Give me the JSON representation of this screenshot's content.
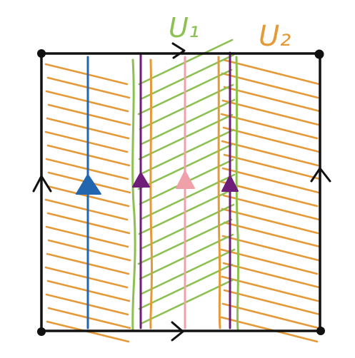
{
  "labels": {
    "u1": {
      "text": "U₁"
    },
    "u2": {
      "text": "U₂"
    }
  },
  "colors": {
    "frame": "#111111",
    "u1_hatch": "#8cc152",
    "u2_hatch": "#e59a3a",
    "loop_blue": "#2266b0",
    "loop_purple": "#6e1e78",
    "loop_pink": "#f0a0a8",
    "background": "#ffffff"
  },
  "elements": {
    "corners": "corner-point",
    "edge_arrows": [
      "top-edge-arrow",
      "bottom-edge-arrow",
      "left-edge-arrow",
      "right-edge-arrow"
    ],
    "loops": [
      "blue-loop",
      "purple-loop-left",
      "pink-loop",
      "purple-loop-right"
    ]
  }
}
